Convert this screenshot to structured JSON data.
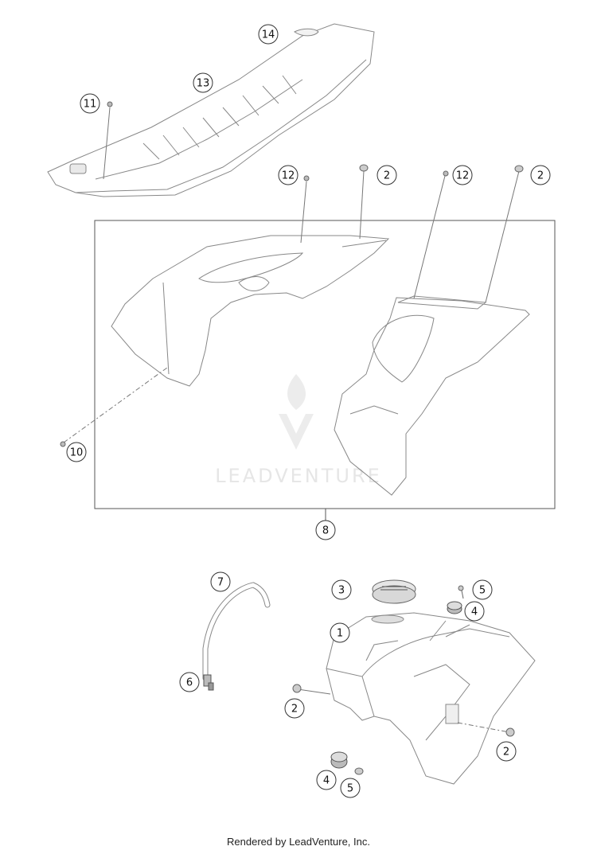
{
  "watermark": {
    "text": "LEADVENTURE"
  },
  "callouts": [
    {
      "id": "c14",
      "label": "14"
    },
    {
      "id": "c13",
      "label": "13"
    },
    {
      "id": "c11",
      "label": "11"
    },
    {
      "id": "c12a",
      "label": "12"
    },
    {
      "id": "c2a",
      "label": "2"
    },
    {
      "id": "c12b",
      "label": "12"
    },
    {
      "id": "c2b",
      "label": "2"
    },
    {
      "id": "c10",
      "label": "10"
    },
    {
      "id": "c8",
      "label": "8"
    },
    {
      "id": "c7",
      "label": "7"
    },
    {
      "id": "c3",
      "label": "3"
    },
    {
      "id": "c5a",
      "label": "5"
    },
    {
      "id": "c4a",
      "label": "4"
    },
    {
      "id": "c1",
      "label": "1"
    },
    {
      "id": "c6",
      "label": "6"
    },
    {
      "id": "c2c",
      "label": "2"
    },
    {
      "id": "c2d",
      "label": "2"
    },
    {
      "id": "c4b",
      "label": "4"
    },
    {
      "id": "c5b",
      "label": "5"
    }
  ],
  "footer": {
    "text": "Rendered by LeadVenture, Inc."
  }
}
